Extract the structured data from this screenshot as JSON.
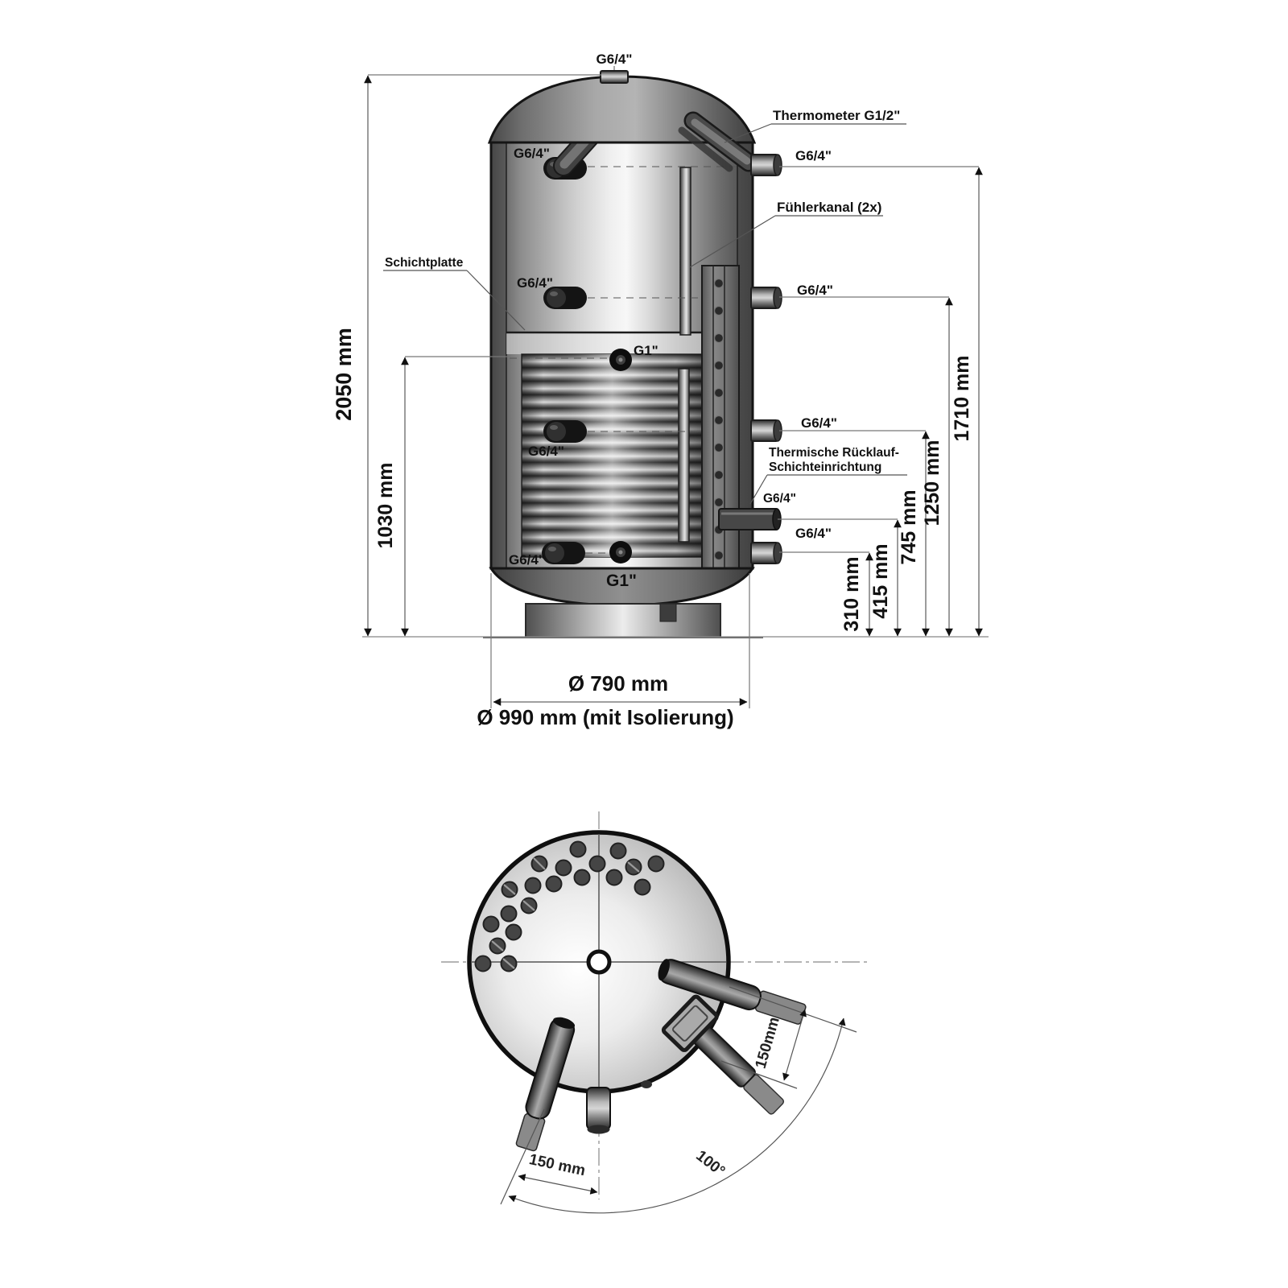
{
  "colors": {
    "ink": "#111111",
    "dim_line": "#777777",
    "background": "#ffffff"
  },
  "front_view": {
    "connections": {
      "top": "G6/4\"",
      "left_upper": "G6/4\"",
      "left_middle": "G6/4\"",
      "coil_top": "G1\"",
      "coil_inlet": "G6/4\"",
      "left_lower": "G6/4\"",
      "bottom": "G1\"",
      "right_1": "G6/4\"",
      "right_2": "G6/4\"",
      "right_3": "G6/4\"",
      "thermal_return": "G6/4\"",
      "right_5": "G6/4\""
    },
    "callouts": {
      "thermometer": "Thermometer G1/2\"",
      "sensor_channel": "Fühlerkanal (2x)",
      "layer_plate": "Schichtplatte",
      "thermal_return_line1": "Thermische Rücklauf-",
      "thermal_return_line2": "Schichteinrichtung"
    },
    "dimensions": {
      "total_height": "2050 mm",
      "coil_height": "1030 mm",
      "port_1710": "1710 mm",
      "port_1250": "1250 mm",
      "port_745": "745 mm",
      "port_415": "415 mm",
      "port_310": "310 mm",
      "diameter_tank": "Ø 790 mm",
      "diameter_insulated": "Ø 990 mm (mit Isolierung)"
    }
  },
  "top_view": {
    "dimensions": {
      "offset_right": "150mm",
      "offset_bottom": "150 mm",
      "angle": "100°"
    }
  }
}
